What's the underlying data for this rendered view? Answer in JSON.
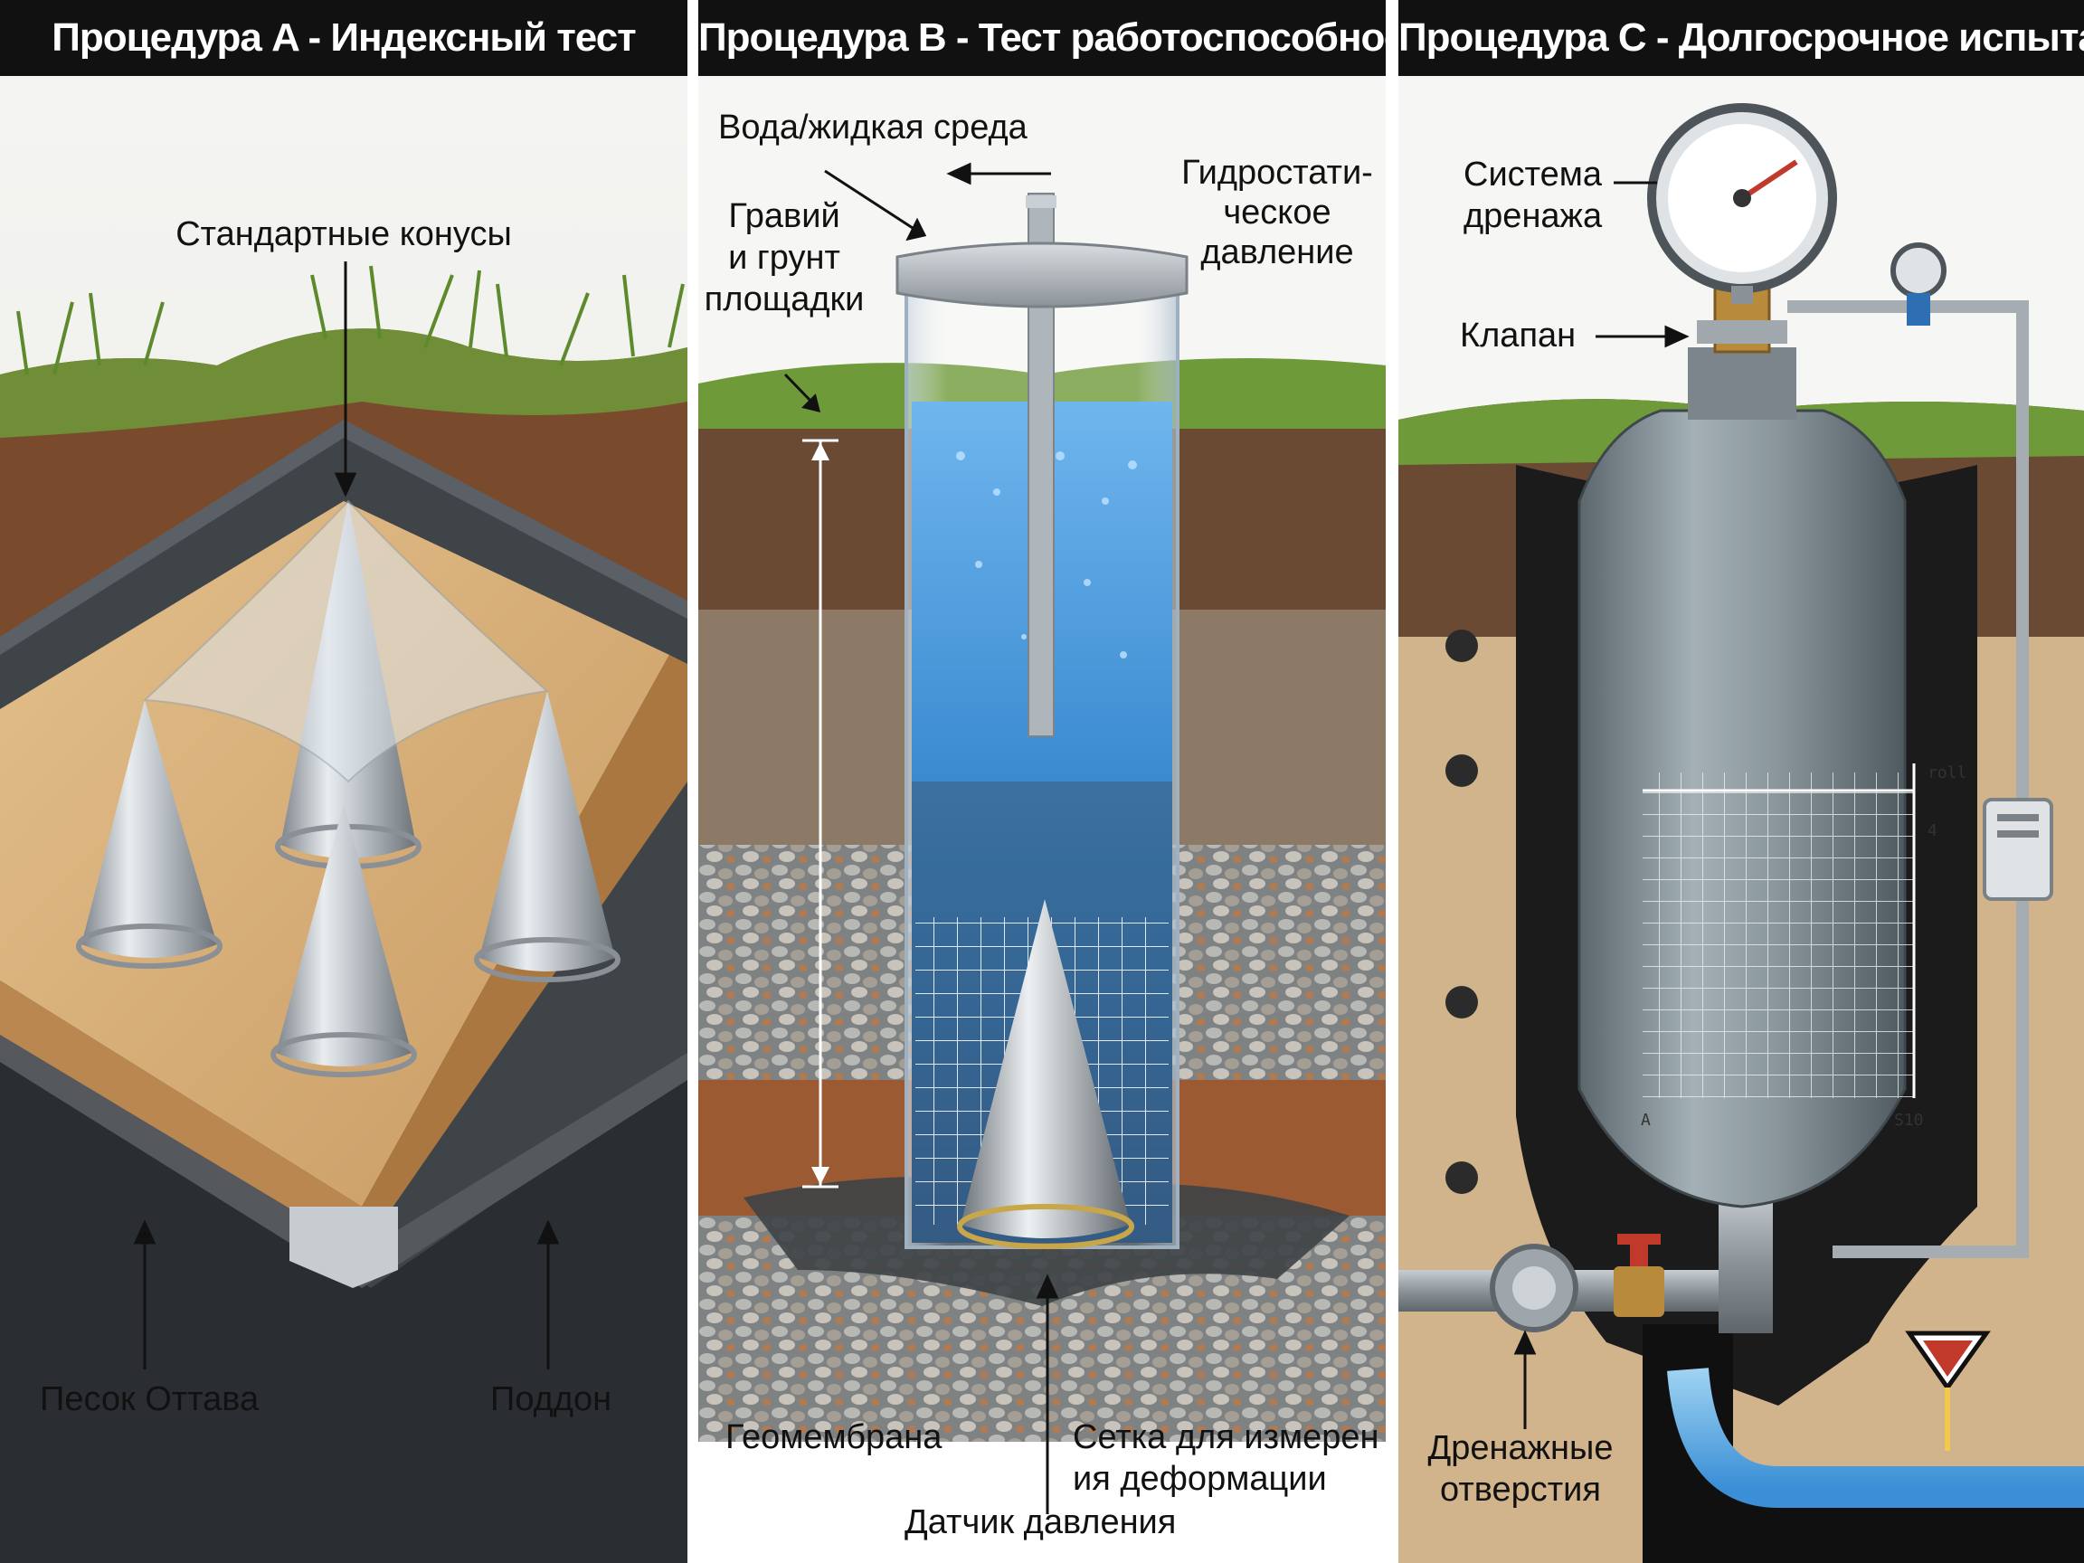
{
  "panels": {
    "a": {
      "title": "Процедура A - Индексный тест",
      "labels": {
        "cones": "Стандартные конусы",
        "sand": "Песок Оттава",
        "tray": "Поддон"
      }
    },
    "b": {
      "title": "Процедура B - Тест работоспособности",
      "labels": {
        "water": "Вода/жидкая среда",
        "hydro_line1": "Гидростати-",
        "hydro_line2": "ческое",
        "hydro_line3": "давление",
        "gravel_line1": "Гравий",
        "gravel_line2": "и грунт",
        "gravel_line3": "площадки",
        "geomembrane": "Геомембрана",
        "grid_line1": "Сетка для измерен",
        "grid_line2": "ия деформации",
        "sensor": "Датчик давления"
      }
    },
    "c": {
      "title": "Процедура C - Долгосрочное испытание",
      "labels": {
        "drain_line1": "Система",
        "drain_line2": "дренажа",
        "valve": "Клапан",
        "holes_line1": "Дренажные",
        "holes_line2": "отверстия"
      },
      "scale_marks": {
        "top": "roll",
        "mid": "4",
        "bottom_left": "A",
        "bottom_right": "S10"
      }
    }
  },
  "colors": {
    "header_bg": "#111111",
    "water": "#3a8fd6",
    "soil": "#7a4a2c",
    "sand": "#d8b07c",
    "grass": "#6f9a3a",
    "gravel": "#8a8a88",
    "membrane": "#1b1b1b",
    "steel": "#b9bec4",
    "tank": "#7f8c93"
  }
}
